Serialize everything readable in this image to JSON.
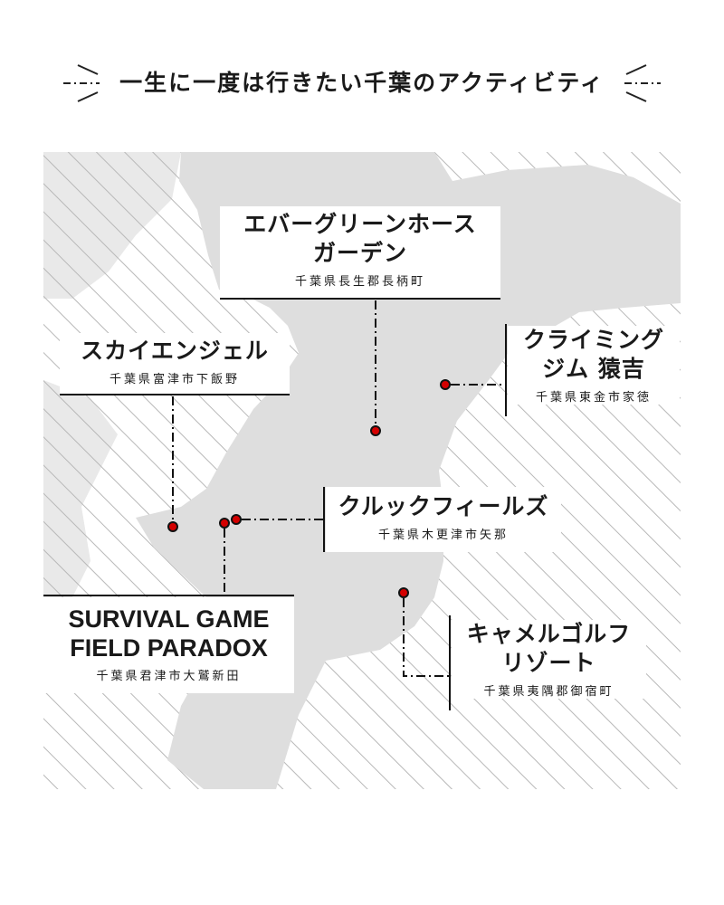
{
  "title": "一生に一度は行きたい千葉のアクティビティ",
  "colors": {
    "pin": "#d40000",
    "land": "#dedede",
    "stripe": "#b8b8b8"
  },
  "spots": [
    {
      "name_lines": [
        "エバーグリーンホース",
        "ガーデン"
      ],
      "address": "千葉県長生郡長柄町"
    },
    {
      "name_lines": [
        "クライミング",
        "ジム 猿吉"
      ],
      "address": "千葉県東金市家徳"
    },
    {
      "name_lines": [
        "スカイエンジェル"
      ],
      "address": "千葉県富津市下飯野"
    },
    {
      "name_lines": [
        "クルックフィールズ"
      ],
      "address": "千葉県木更津市矢那"
    },
    {
      "name_lines": [
        "SURVIVAL GAME",
        "FIELD PARADOX"
      ],
      "address": "千葉県君津市大鷲新田"
    },
    {
      "name_lines": [
        "キャメルゴルフ",
        "リゾート"
      ],
      "address": "千葉県夷隅郡御宿町"
    }
  ]
}
